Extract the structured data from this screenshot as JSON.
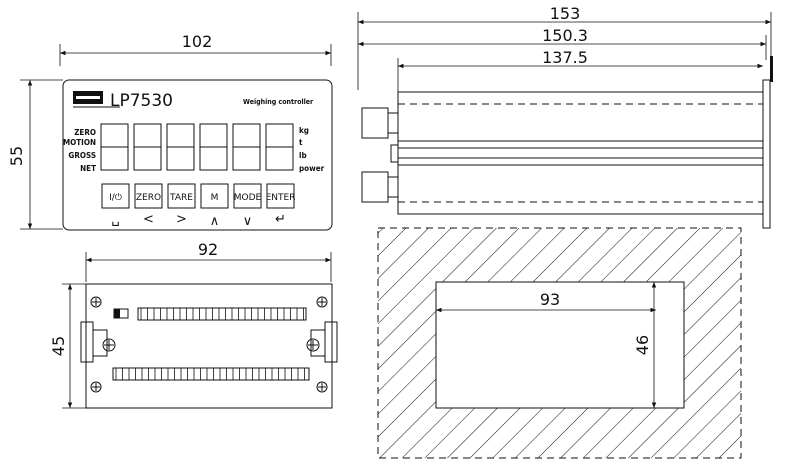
{
  "dimensions": {
    "front_width": "102",
    "front_height": "55",
    "rear_width": "92",
    "rear_height": "45",
    "side_total": "153",
    "side_mid": "150.3",
    "side_body": "137.5",
    "cutout_width": "93",
    "cutout_height": "46"
  },
  "front_panel": {
    "model": "LP7530",
    "subtitle": "Weighing controller",
    "status_labels": [
      "ZERO",
      "MOTION",
      "GROSS",
      "NET"
    ],
    "unit_labels": [
      "kg",
      "t",
      "lb",
      "power"
    ],
    "keys": [
      "I/⏻",
      "ZERO",
      "TARE",
      "M",
      "MODE",
      "ENTER"
    ],
    "key_symbols": [
      "␣",
      "<",
      ">",
      "∧",
      "∨",
      "↵"
    ]
  }
}
